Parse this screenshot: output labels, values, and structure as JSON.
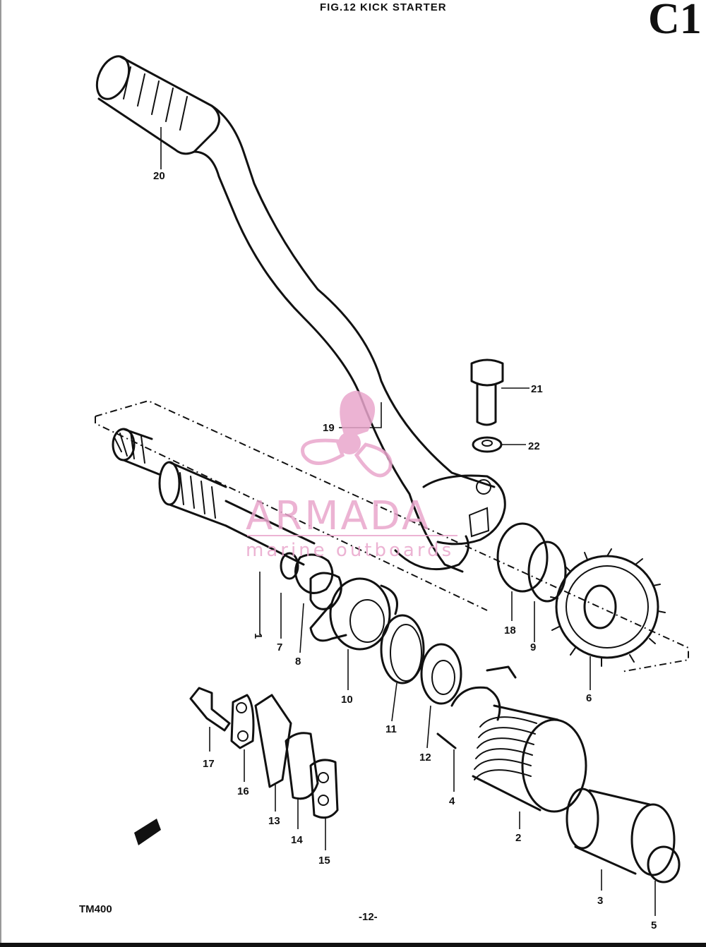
{
  "header": {
    "figure_title": "FIG.12  KICK STARTER",
    "section_code": "C1"
  },
  "footer": {
    "model": "TM400",
    "page_number": "-12-"
  },
  "watermark": {
    "brand": "ARMADA",
    "tagline": "marine outboards",
    "brand_color": "#e9a6cc"
  },
  "part_labels": [
    "1",
    "2",
    "3",
    "4",
    "5",
    "6",
    "7",
    "8",
    "9",
    "10",
    "11",
    "12",
    "13",
    "14",
    "15",
    "16",
    "17",
    "18",
    "19",
    "20",
    "21",
    "22"
  ]
}
